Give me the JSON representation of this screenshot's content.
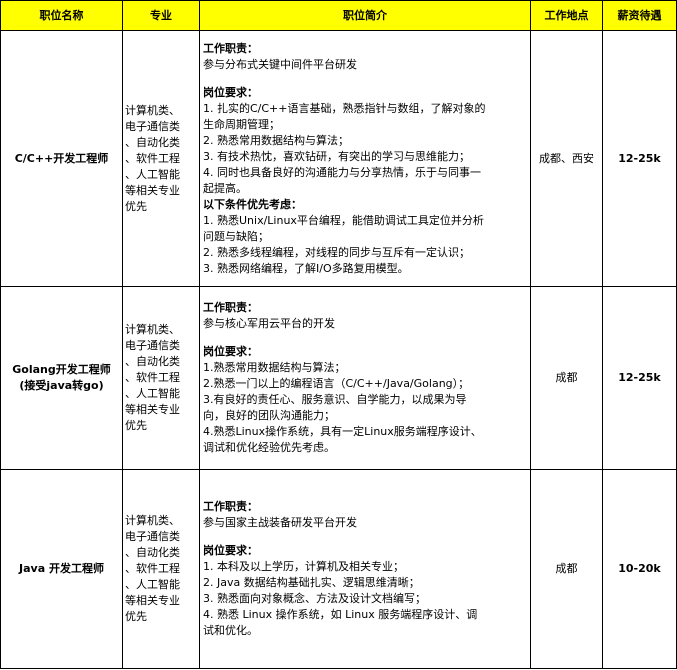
{
  "header": {
    "title": "职位名称",
    "major": "专业",
    "desc": "职位简介",
    "location": "工作地点",
    "salary": "薪资待遇"
  },
  "rows": [
    {
      "title_lines": [
        "C/C++开发工程师"
      ],
      "major_lines": [
        "计算机类、",
        "电子通信类",
        "、自动化类",
        "、软件工程",
        "、人工智能",
        "等相关专业",
        "优先"
      ],
      "duty_heading": "工作职责：",
      "duty_lines": [
        "参与分布式关键中间件平台研发"
      ],
      "req_heading": "岗位要求：",
      "req_lines": [
        "1. 扎实的C/C++语言基础，熟悉指针与数组，了解对象的",
        "生命周期管理；",
        "2. 熟悉常用数据结构与算法；",
        "3. 有技术热忱，喜欢钻研，有突出的学习与思维能力；",
        "4. 同时也具备良好的沟通能力与分享热情，乐于与同事一",
        "起提高。"
      ],
      "pref_heading": "以下条件优先考虑：",
      "pref_lines": [
        "1. 熟悉Unix/Linux平台编程，能借助调试工具定位并分析",
        "问题与缺陷；",
        "2. 熟悉多线程编程，对线程的同步与互斥有一定认识；",
        "3. 熟悉网络编程，了解I/O多路复用模型。"
      ],
      "location": "成都、西安",
      "salary": "12-25k"
    },
    {
      "title_lines": [
        "Golang开发工程师",
        "(接受java转go)"
      ],
      "major_lines": [
        "计算机类、",
        "电子通信类",
        "、自动化类",
        "、软件工程",
        "、人工智能",
        "等相关专业",
        "优先"
      ],
      "duty_heading": "工作职责：",
      "duty_lines": [
        "参与核心军用云平台的开发"
      ],
      "req_heading": "岗位要求：",
      "req_lines": [
        "1.熟悉常用数据结构与算法；",
        "2.熟悉一门以上的编程语言（C/C++/Java/Golang）；",
        "3.有良好的责任心、服务意识、自学能力，以成果为导",
        "向，良好的团队沟通能力；",
        "4.熟悉Linux操作系统，具有一定Linux服务端程序设计、",
        "调试和优化经验优先考虑。"
      ],
      "location": "成都",
      "salary": "12-25k"
    },
    {
      "title_lines": [
        "Java 开发工程师"
      ],
      "major_lines": [
        "计算机类、",
        "电子通信类",
        "、自动化类",
        "、软件工程",
        "、人工智能",
        "等相关专业",
        "优先"
      ],
      "duty_heading": "工作职责：",
      "duty_lines": [
        "参与国家主战装备研发平台开发"
      ],
      "req_heading": "岗位要求：",
      "req_lines": [
        "1. 本科及以上学历，计算机及相关专业；",
        "2. Java 数据结构基础扎实、逻辑思维清晰；",
        "3. 熟悉面向对象概念、方法及设计文档编写；",
        "4. 熟悉 Linux 操作系统，如 Linux 服务端程序设计、调",
        "试和优化。"
      ],
      "location": "成都",
      "salary": "10-20k"
    }
  ]
}
